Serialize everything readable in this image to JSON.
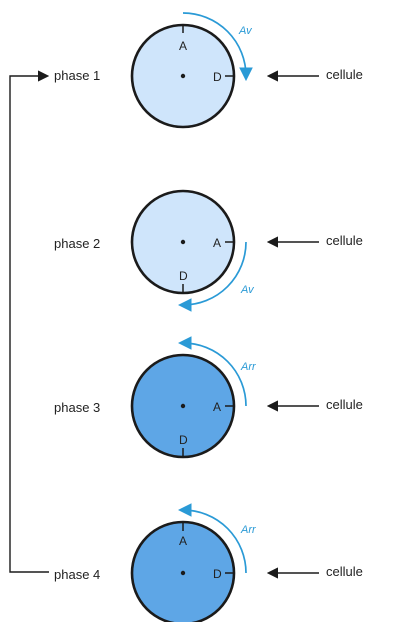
{
  "phases": [
    {
      "label": "phase 1",
      "cell_label": "cellule",
      "fill": "#cfe5fb",
      "point_labels": [
        "A",
        "D"
      ],
      "arrow_label": "Av"
    },
    {
      "label": "phase 2",
      "cell_label": "cellule",
      "fill": "#cfe5fb",
      "point_labels": [
        "A",
        "D"
      ],
      "arrow_label": "Av"
    },
    {
      "label": "phase 3",
      "cell_label": "cellule",
      "fill": "#5ea6e6",
      "point_labels": [
        "A",
        "D"
      ],
      "arrow_label": "Arr"
    },
    {
      "label": "phase 4",
      "cell_label": "cellule",
      "fill": "#5ea6e6",
      "point_labels": [
        "A",
        "D"
      ],
      "arrow_label": "Arr"
    }
  ],
  "colors": {
    "arrow": "#2a9ad6",
    "ink": "#1b1b1b"
  }
}
